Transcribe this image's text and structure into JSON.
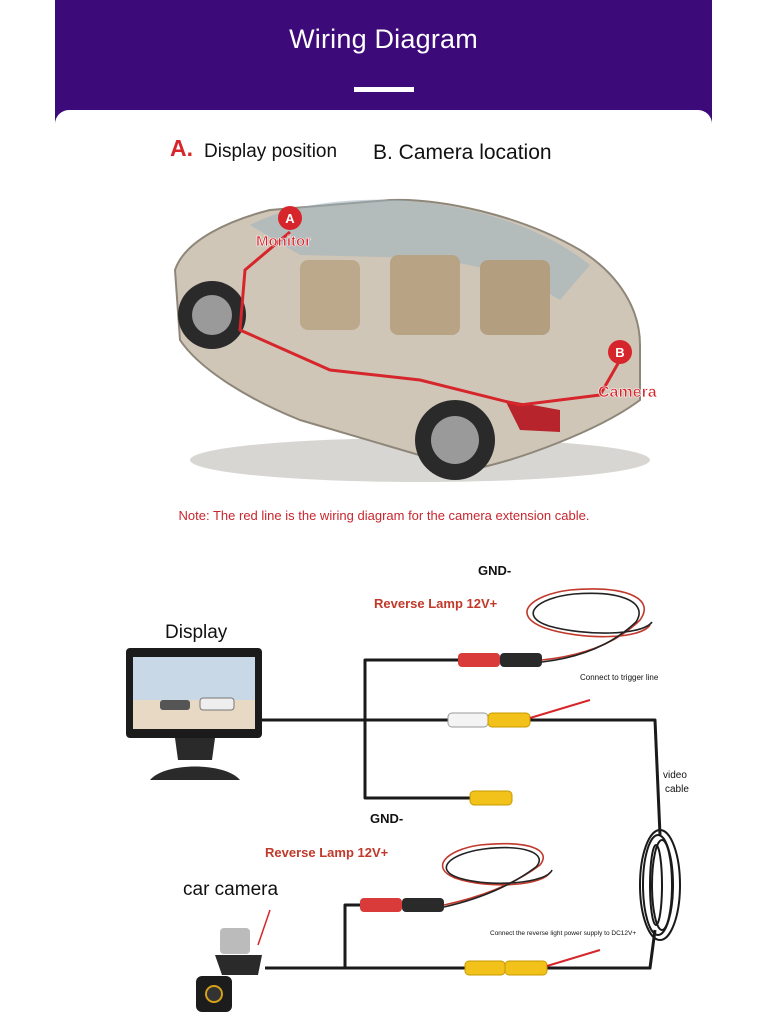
{
  "header": {
    "title": "Wiring Diagram"
  },
  "sections": {
    "a_letter": "A.",
    "a_label": "Display position",
    "b_label": "B. Camera location"
  },
  "car_labels": {
    "monitor_marker": "A",
    "monitor": "Monitor",
    "camera_marker": "B",
    "camera": "Camera"
  },
  "note": "Note: The red line is the wiring diagram for the camera extension cable.",
  "wiring": {
    "display_label": "Display",
    "car_camera_label": "car camera",
    "gnd_top": "GND-",
    "reverse_lamp_top": "Reverse Lamp 12V+",
    "trigger_note": "Connect to trigger line",
    "video_cable_1": "video",
    "video_cable_2": "cable",
    "gnd_bottom": "GND-",
    "reverse_lamp_bottom": "Reverse Lamp 12V+",
    "power_note": "Connect the reverse light power supply to DC12V+"
  },
  "colors": {
    "header_purple": "#3d0a7a",
    "accent_red": "#d6262b",
    "cable_black": "#1a1a1a",
    "rca_yellow": "#f2c21a",
    "rca_white": "#f4f4f4",
    "power_red": "#d93a3a",
    "wire_red": "#c0392b"
  }
}
